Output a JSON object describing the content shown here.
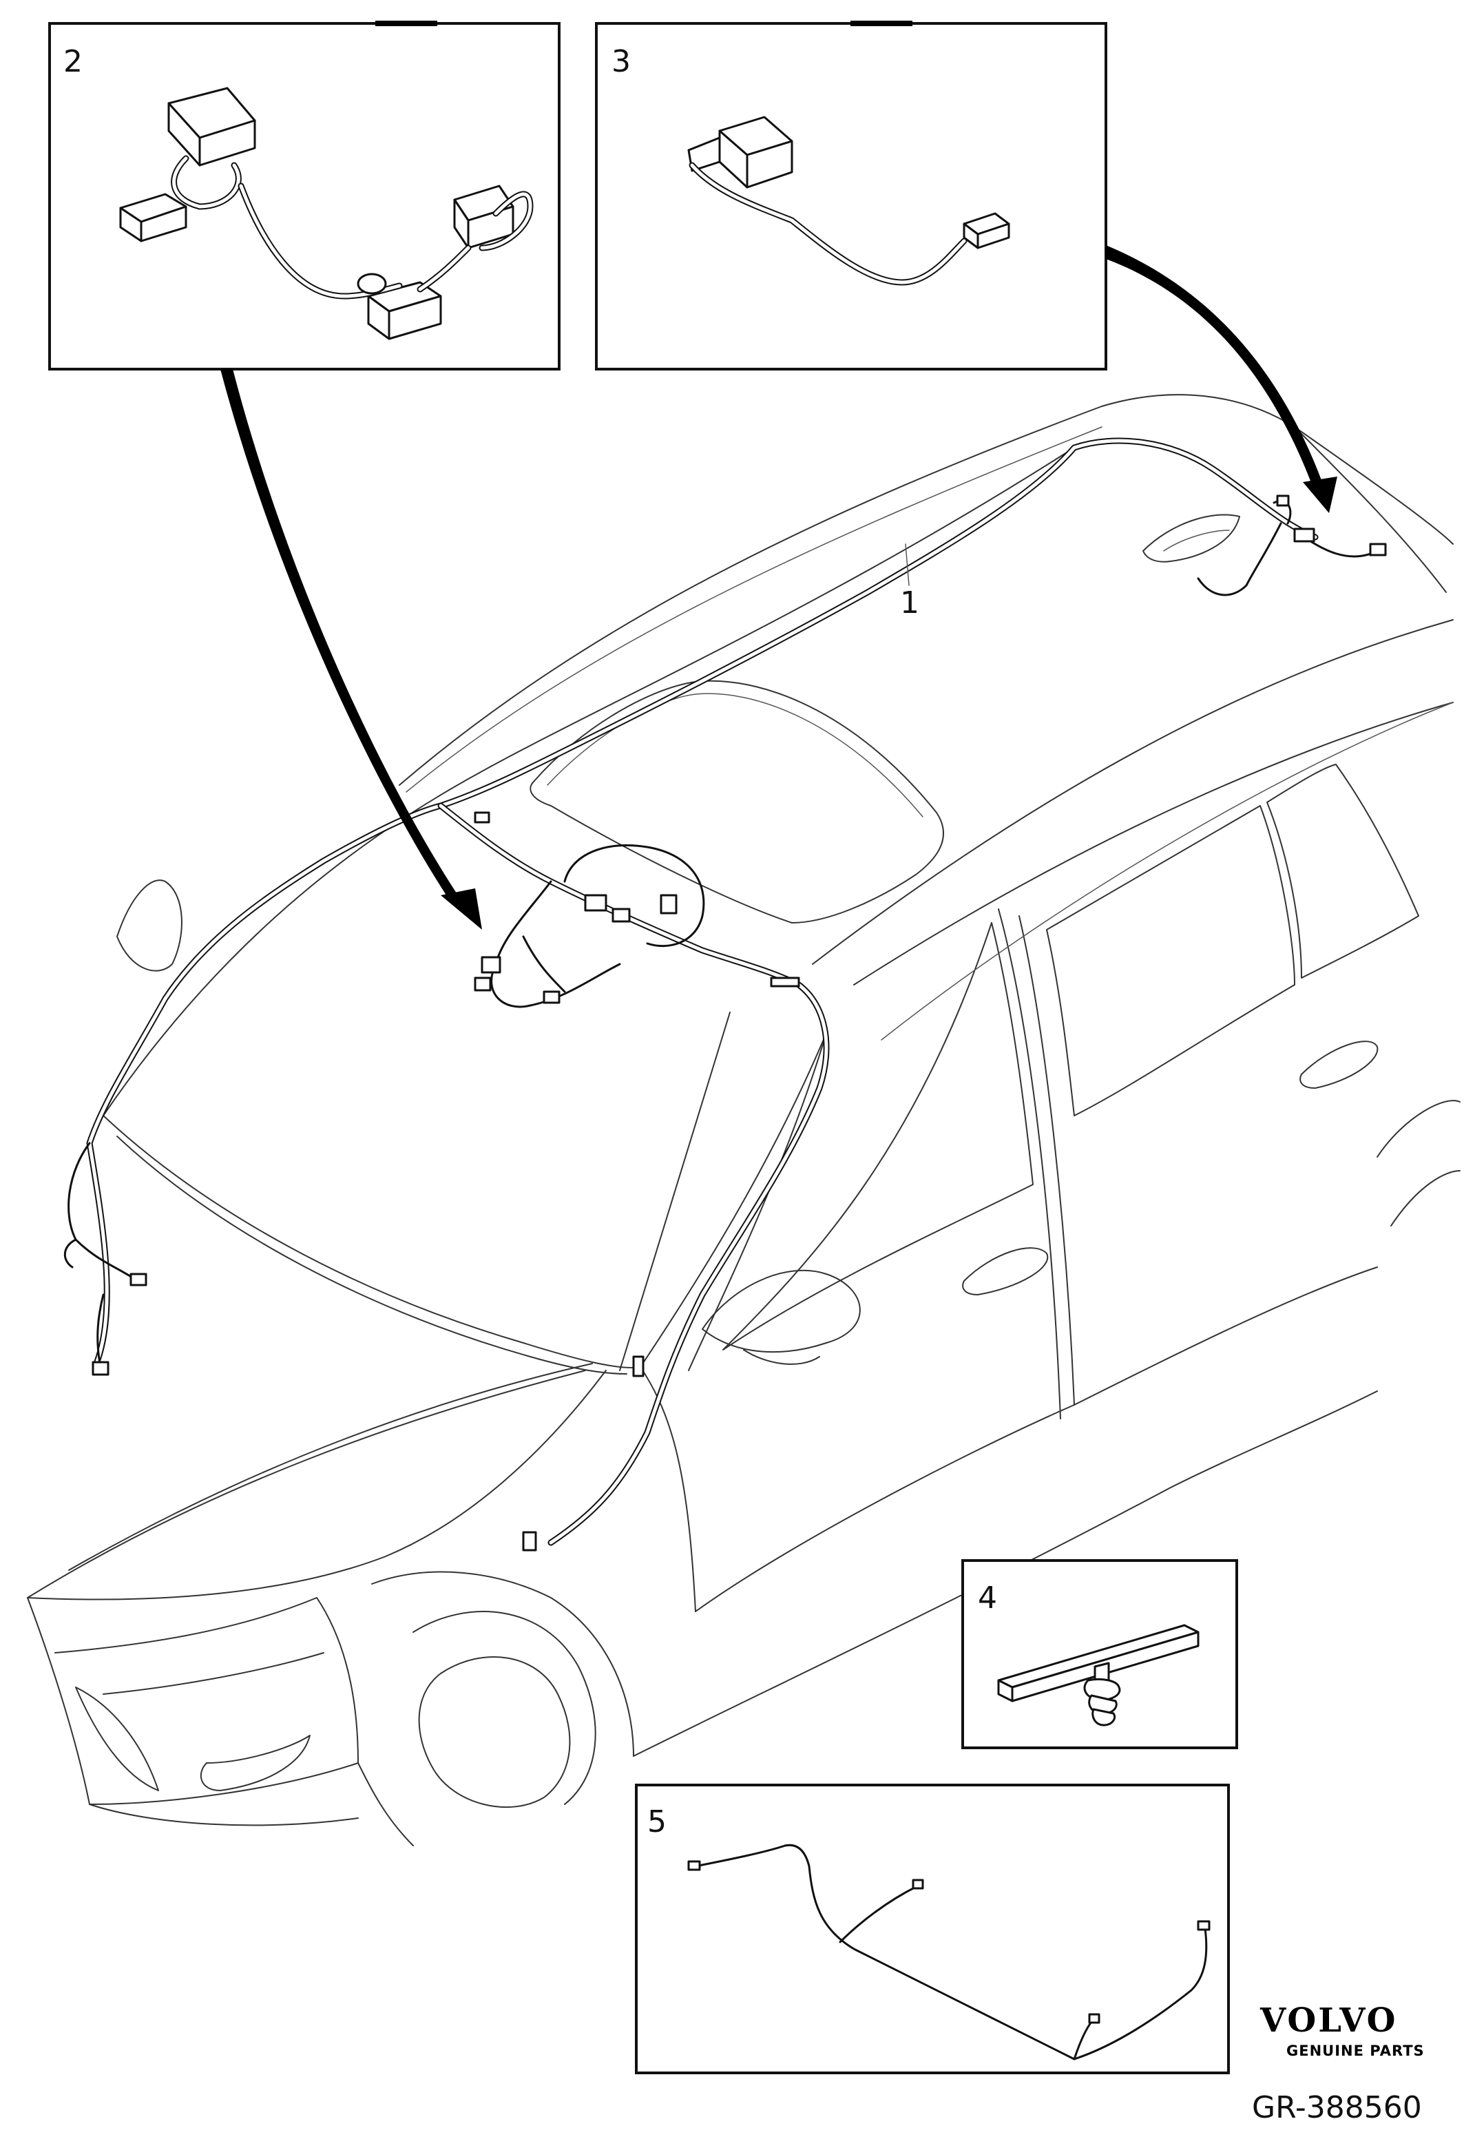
{
  "diagram": {
    "callouts": {
      "harness_main": "1",
      "inset_front_harness": "2",
      "inset_rear_connector": "3",
      "inset_clip": "4",
      "inset_rear_harness": "5"
    },
    "brand": {
      "name": "VOLVO",
      "tagline": "GENUINE PARTS"
    },
    "reference": "GR-388560"
  }
}
